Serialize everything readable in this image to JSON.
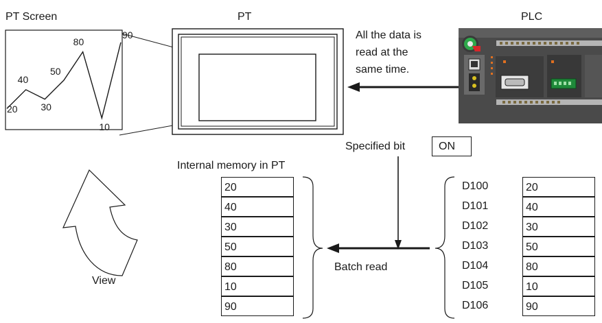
{
  "labels": {
    "pt_screen": "PT Screen",
    "pt": "PT",
    "plc": "PLC",
    "read_note_line1": "All the data is",
    "read_note_line2": "read at the",
    "read_note_line3": "same time.",
    "specified_bit": "Specified bit",
    "on_value": "ON",
    "internal_memory": "Internal memory in PT",
    "batch_read": "Batch read",
    "view": "View"
  },
  "trend_graph": {
    "points": [
      20,
      40,
      30,
      50,
      80,
      10,
      90
    ],
    "point_labels": [
      "20",
      "40",
      "30",
      "50",
      "80",
      "10",
      "90"
    ]
  },
  "pt_memory": [
    "20",
    "40",
    "30",
    "50",
    "80",
    "10",
    "90"
  ],
  "plc_memory": [
    {
      "address": "D100",
      "value": "20"
    },
    {
      "address": "D101",
      "value": "40"
    },
    {
      "address": "D102",
      "value": "30"
    },
    {
      "address": "D103",
      "value": "50"
    },
    {
      "address": "D104",
      "value": "80"
    },
    {
      "address": "D105",
      "value": "10"
    },
    {
      "address": "D106",
      "value": "90"
    }
  ]
}
